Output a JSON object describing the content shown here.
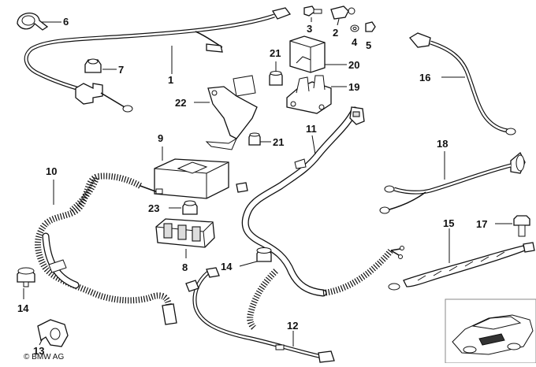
{
  "diagram": {
    "callouts": {
      "c1": "1",
      "c2": "2",
      "c3": "3",
      "c4": "4",
      "c5": "5",
      "c6": "6",
      "c7": "7",
      "c8": "8",
      "c9": "9",
      "c10": "10",
      "c11": "11",
      "c12": "12",
      "c13": "13",
      "c14a": "14",
      "c14b": "14",
      "c15": "15",
      "c16": "16",
      "c17": "17",
      "c18": "18",
      "c19": "19",
      "c20": "20",
      "c21a": "21",
      "c21b": "21",
      "c22": "22",
      "c23": "23"
    },
    "copyright": "© BMW AG"
  }
}
